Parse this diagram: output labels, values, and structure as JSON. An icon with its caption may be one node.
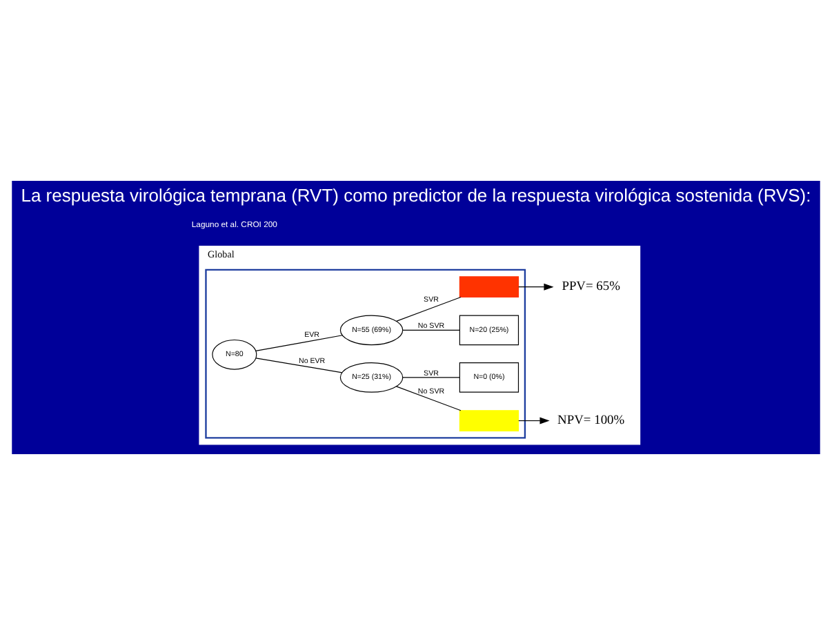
{
  "diagram": {
    "title": "La respuesta virológica temprana (RVT) como predictor de la respuesta virológica sostenida (RVS):",
    "caption": "Laguno et al. CROI 200",
    "nodes": [
      {
        "text": [
          "Global"
        ]
      },
      {
        "text": [],
        "shape": "box",
        "in": 0
      },
      {
        "text": [
          "N=80"
        ],
        "in": 1
      },
      {
        "text": [
          "N=55 (69%)"
        ],
        "in": 1
      },
      {
        "text": [
          "N=25 (31%)"
        ],
        "in": 1
      },
      {
        "text": [],
        "shape": "box",
        "in": 1
      },
      {
        "text": [
          "N=20 (25%)"
        ],
        "in": 1
      },
      {
        "text": [
          "N=0 (0%)"
        ],
        "in": 1
      },
      {
        "text": [],
        "shape": "box",
        "in": 1
      },
      {
        "text": [
          "PPV= 65%"
        ],
        "in": 0
      },
      {
        "text": [
          "NPV= 100%"
        ],
        "in": 0
      }
    ],
    "edges": [
      {
        "from": 2,
        "to": 3,
        "arrow": "none",
        "label": "EVR"
      },
      {
        "from": 2,
        "to": 4,
        "arrow": "none",
        "label": "No EVR"
      },
      {
        "from": 3,
        "to": 5,
        "arrow": "none",
        "label": "SVR"
      },
      {
        "from": 3,
        "to": 6,
        "arrow": "none",
        "label": "No SVR"
      },
      {
        "from": 4,
        "to": 7,
        "arrow": "none",
        "label": "SVR"
      },
      {
        "from": 4,
        "to": 8,
        "arrow": "none",
        "label": "No SVR"
      },
      {
        "from": 5,
        "to": 9,
        "arrow": "to"
      },
      {
        "from": 8,
        "to": 10,
        "arrow": "to"
      }
    ]
  }
}
